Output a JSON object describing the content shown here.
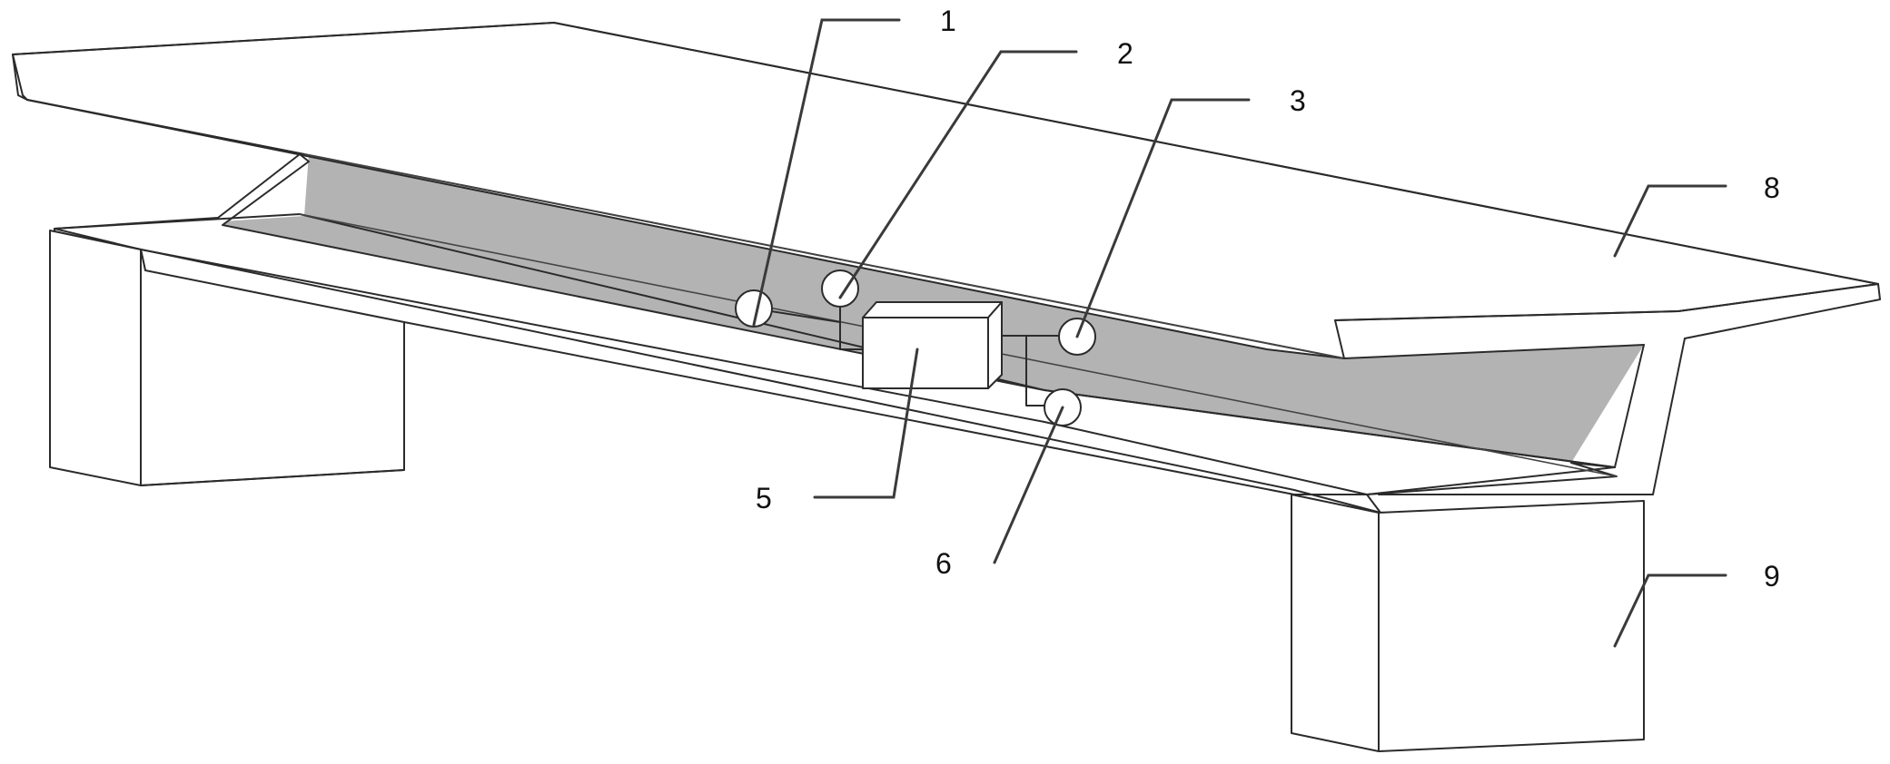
{
  "labels": [
    {
      "id": "1",
      "text": "1"
    },
    {
      "id": "2",
      "text": "2"
    },
    {
      "id": "3",
      "text": "3"
    },
    {
      "id": "5",
      "text": "5"
    },
    {
      "id": "6",
      "text": "6"
    },
    {
      "id": "8",
      "text": "8"
    },
    {
      "id": "9",
      "text": "9"
    }
  ],
  "colors": {
    "stroke": "#2b2b2b",
    "shade": "#b3b3b3",
    "background": "#ffffff"
  }
}
